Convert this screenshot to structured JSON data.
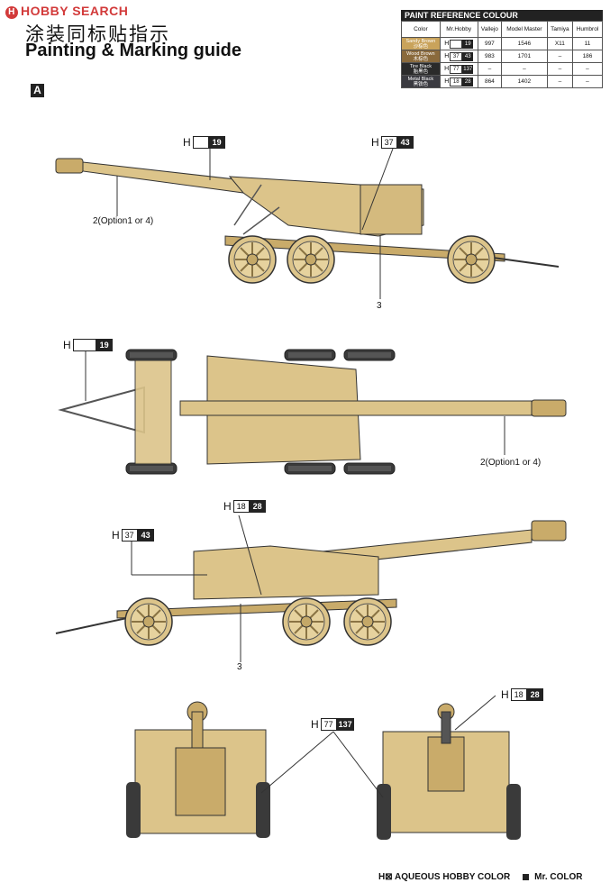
{
  "watermark": "HOBBY SEARCH",
  "title_cn": "涂装同标贴指示",
  "title_en": "Painting & Marking guide",
  "section_label": "A",
  "paint_table": {
    "title": "PAINT REFERENCE COLOUR",
    "headers": [
      "Color",
      "Mr.Hobby",
      "Vallejo",
      "Model Master",
      "Tamiya",
      "Humbrol"
    ],
    "rows": [
      {
        "color_name": "Sandy Brown",
        "color_cn": "沙棕色",
        "swatch": "#c9a35b",
        "h": "",
        "mc": "19",
        "vallejo": "997",
        "model_master": "1546",
        "tamiya": "X11",
        "humbrol": "11"
      },
      {
        "color_name": "Wood Brown",
        "color_cn": "木棕色",
        "swatch": "#8a6a3c",
        "h": "37",
        "mc": "43",
        "vallejo": "983",
        "model_master": "1701",
        "tamiya": "–",
        "humbrol": "186"
      },
      {
        "color_name": "Tire Black",
        "color_cn": "胎黑色",
        "swatch": "#2a2a2a",
        "h": "77",
        "mc": "137",
        "vallejo": "–",
        "model_master": "–",
        "tamiya": "–",
        "humbrol": "–"
      },
      {
        "color_name": "Metal Black",
        "color_cn": "黑铁色",
        "swatch": "#3a3a40",
        "h": "18",
        "mc": "28",
        "vallejo": "864",
        "model_master": "1402",
        "tamiya": "–",
        "humbrol": "–"
      }
    ]
  },
  "callouts": {
    "v1_h19": {
      "h": "H",
      "hb": "",
      "mc": "19"
    },
    "v1_h37": {
      "h": "H",
      "hb": "37",
      "mc": "43"
    },
    "v1_opt": "2(Option1 or 4)",
    "v1_num": "3",
    "v2_h19": {
      "h": "H",
      "hb": "",
      "mc": "19"
    },
    "v2_opt": "2(Option1 or 4)",
    "v3_h18": {
      "h": "H",
      "hb": "18",
      "mc": "28"
    },
    "v3_h37": {
      "h": "H",
      "hb": "37",
      "mc": "43"
    },
    "v3_num": "3",
    "v4_h77": {
      "h": "H",
      "hb": "77",
      "mc": "137"
    },
    "v4_h18": {
      "h": "H",
      "hb": "18",
      "mc": "28"
    }
  },
  "footer": {
    "aqueous": "H⊠ AQUEOUS HOBBY COLOR",
    "mr": "Mr. COLOR"
  },
  "colors": {
    "sand": "#dcc48a",
    "sand_dark": "#b89a5c",
    "line": "#333333"
  }
}
